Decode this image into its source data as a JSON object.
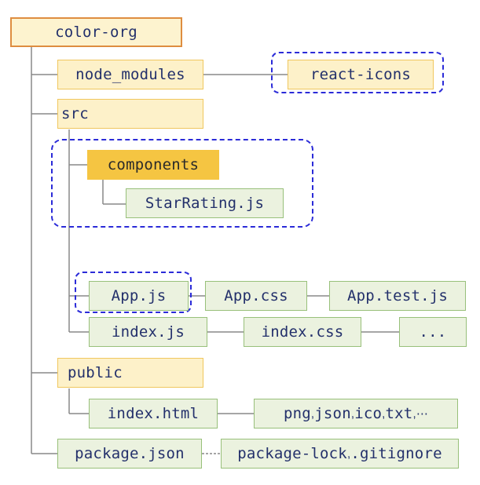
{
  "colors": {
    "connector": "#888888",
    "highlight": "#2b2bd8"
  },
  "tree": {
    "root": "color-org",
    "node_modules": "node_modules",
    "react_icons": "react-icons",
    "src": "src",
    "components": "components",
    "star_rating": "StarRating.js",
    "app_js": "App.js",
    "app_css": "App.css",
    "app_test_js": "App.test.js",
    "index_js": "index.js",
    "index_css": "index.css",
    "more": "...",
    "public": "public",
    "index_html": "index.html",
    "assets": {
      "png": "png",
      "json": "json",
      "ico": "ico",
      "txt": "txt",
      "ellipsis": "⋯",
      "sep": ", "
    },
    "package_json": "package.json",
    "package_lock": "package-lock",
    "gitignore": ".gitignore",
    "lock_sep": ", "
  }
}
